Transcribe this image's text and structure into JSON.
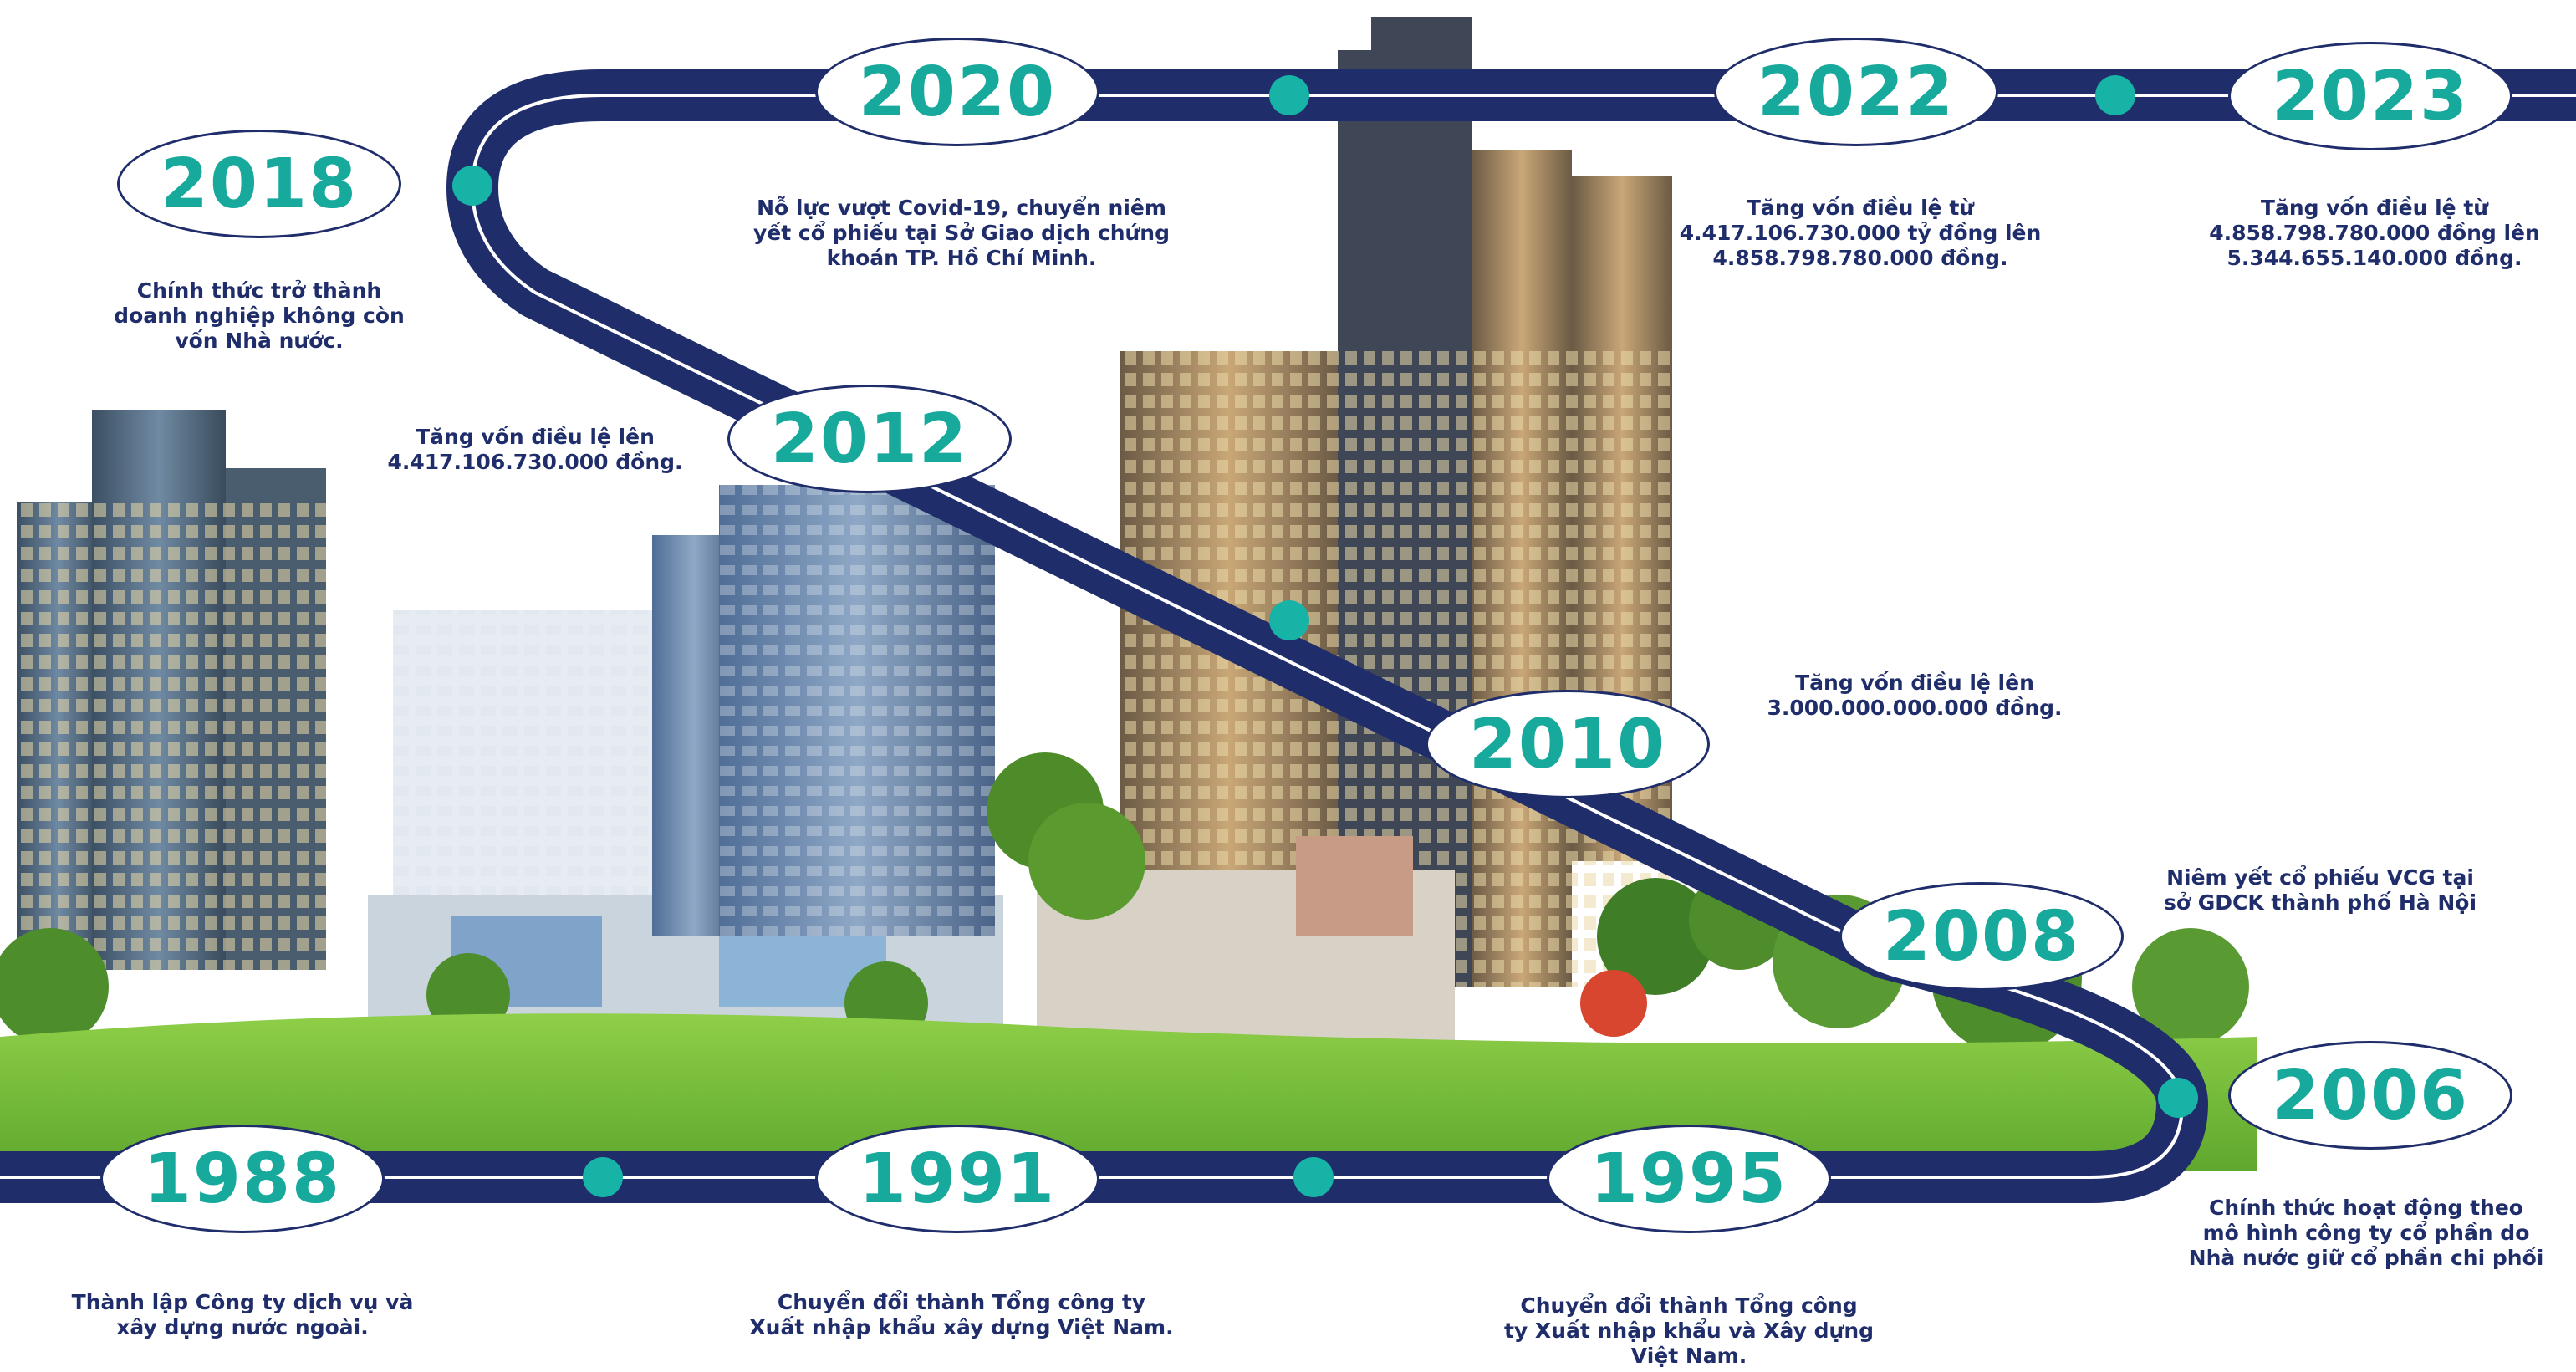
{
  "timeline": [
    {
      "year": "2018",
      "text": "Chính thức trở thành\ndoanh nghiệp không còn\nvốn Nhà nước."
    },
    {
      "year": "2020",
      "text": "Nỗ lực vượt Covid-19, chuyển niêm\nyết cổ phiếu tại Sở Giao dịch chứng\nkhoán TP. Hồ Chí Minh."
    },
    {
      "year": "2022",
      "text": "Tăng vốn điều lệ từ\n4.417.106.730.000 tỷ đồng lên\n4.858.798.780.000 đồng."
    },
    {
      "year": "2023",
      "text": "Tăng vốn điều lệ từ\n4.858.798.780.000 đồng lên\n5.344.655.140.000 đồng."
    },
    {
      "year": "2012",
      "text": "Tăng vốn điều lệ lên\n4.417.106.730.000 đồng."
    },
    {
      "year": "2010",
      "text": "Tăng vốn điều lệ lên\n3.000.000.000.000 đồng."
    },
    {
      "year": "2008",
      "text": "Niêm yết cổ phiếu VCG tại\nsở GDCK thành phố Hà Nội"
    },
    {
      "year": "2006",
      "text": "Chính thức hoạt động theo\nmô hình công ty cổ phần do\nNhà nước giữ cổ phần chi phối"
    },
    {
      "year": "1988",
      "text": "Thành lập Công ty dịch vụ và\nxây dựng nước ngoài."
    },
    {
      "year": "1991",
      "text": "Chuyển đổi thành Tổng công ty\nXuất nhập khẩu xây dựng Việt Nam."
    },
    {
      "year": "1995",
      "text": "Chuyển đổi thành Tổng công\nty Xuất nhập khẩu và Xây dựng\nViệt Nam."
    }
  ],
  "colors": {
    "road": "#1f2d6b",
    "road_line": "#ffffff",
    "year_text": "#17a99b",
    "dot": "#17b3a6",
    "desc_text": "#1f2d6b",
    "grass": "#7cc242",
    "sky": "#ffffff"
  },
  "icons": [
    "building-illustration",
    "tree-illustration",
    "timeline-road"
  ]
}
